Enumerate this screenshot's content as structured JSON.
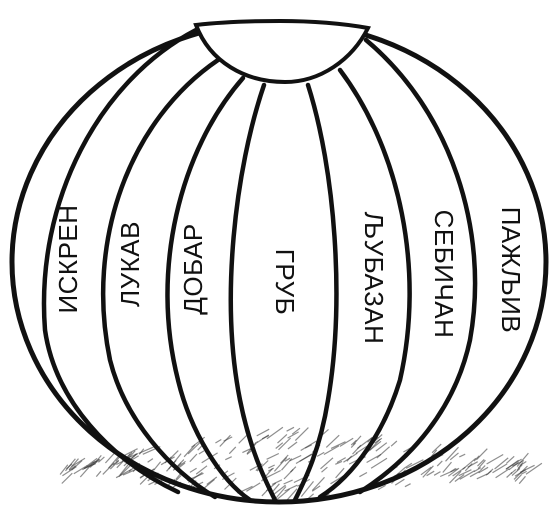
{
  "segments": [
    {
      "label": "ИСКРЕН",
      "rotation": "ccw"
    },
    {
      "label": "ЛУКАВ",
      "rotation": "ccw"
    },
    {
      "label": "ДОБАР",
      "rotation": "ccw"
    },
    {
      "label": "ГРУБ",
      "rotation": "cw"
    },
    {
      "label": "ЉУБАЗАН",
      "rotation": "cw"
    },
    {
      "label": "СЕБИЧАН",
      "rotation": "cw"
    },
    {
      "label": "ПАЖЉИВ",
      "rotation": "cw"
    }
  ],
  "colors": {
    "ink": "#111111",
    "background": "#ffffff"
  }
}
